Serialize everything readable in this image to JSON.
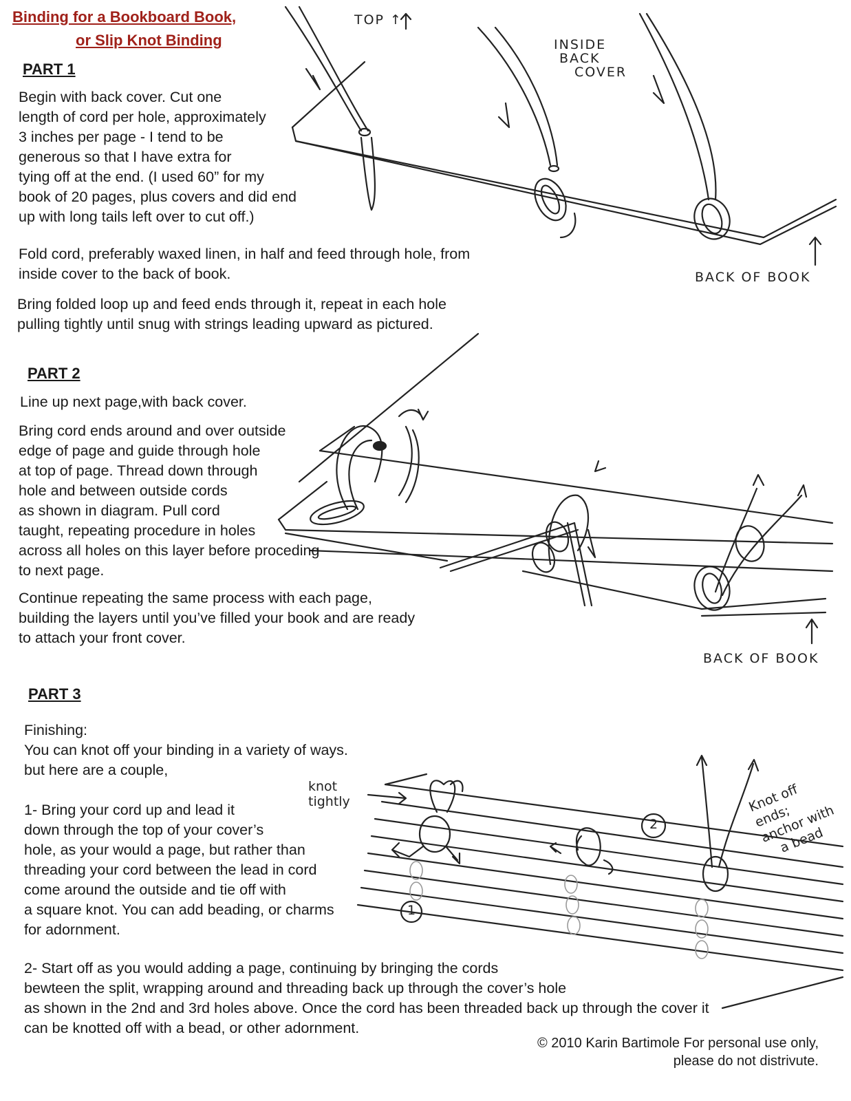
{
  "title": {
    "line1": "Binding for a Bookboard Book,",
    "line2": "or Slip Knot Binding"
  },
  "part1": {
    "heading": "PART 1",
    "para1": [
      "Begin with back cover. Cut one",
      "length of cord per hole, approximately",
      "3 inches per page - I tend to be",
      "generous so that I have extra for",
      "tying off at the end. (I used 60” for my",
      "book of 20 pages, plus covers and did end",
      "up with long tails left over to cut off.)"
    ],
    "para2": [
      "Fold cord, preferably waxed linen, in half and feed through hole, from",
      "inside cover to the back of book."
    ],
    "para3": [
      "Bring folded loop up and feed ends through it, repeat in each hole",
      "pulling tightly until snug with strings leading upward as pictured."
    ]
  },
  "part2": {
    "heading": "PART 2",
    "para1": [
      "Line up next page,with back cover."
    ],
    "para2": [
      "Bring cord ends around and over outside",
      "edge of page and guide through hole",
      "at top of page.  Thread down through",
      "hole and between outside cords",
      "as shown in diagram.  Pull cord",
      "taught, repeating procedure in holes",
      "across all holes on this layer before proceding",
      "to next page."
    ],
    "para3": [
      "Continue repeating the same process with each page,",
      "building the layers until you’ve filled your book and are ready",
      "to attach your front cover."
    ]
  },
  "part3": {
    "heading": "PART 3",
    "para1": [
      "Finishing:",
      "You can knot off your binding in a variety of ways.",
      "but here are a couple,"
    ],
    "para2": [
      "1- Bring your cord up and lead it",
      "down through the top of your cover’s",
      "hole, as your would a page, but rather than",
      "threading your cord between the lead in cord",
      "come around the outside and tie off with",
      "a square knot.  You can add beading, or charms",
      "for adornment."
    ],
    "para3": [
      "2- Start off as you would adding a page, continuing by bringing the cords",
      "bewteen the split, wrapping around and threading back up through the cover’s hole",
      "as shown in the 2nd and 3rd holes above.  Once the cord has been threaded back up through the cover it",
      "can be knotted off with a bead, or other adornment."
    ]
  },
  "sketch_labels": {
    "top": "TOP ↑",
    "inside_back_cover": [
      "INSIDE",
      "BACK",
      "COVER"
    ],
    "back_of_book_1": "BACK OF BOOK",
    "back_of_book_2": "BACK OF BOOK",
    "knot_tightly": [
      "knot",
      "tightly"
    ],
    "knot_off_ends": [
      "Knot off",
      "ends;",
      "anchor with",
      "a bead"
    ],
    "num1": "1",
    "num2": "2"
  },
  "copyright": {
    "line1": "© 2010 Karin Bartimole  For personal use only,",
    "line2": "please do not distrivute."
  }
}
